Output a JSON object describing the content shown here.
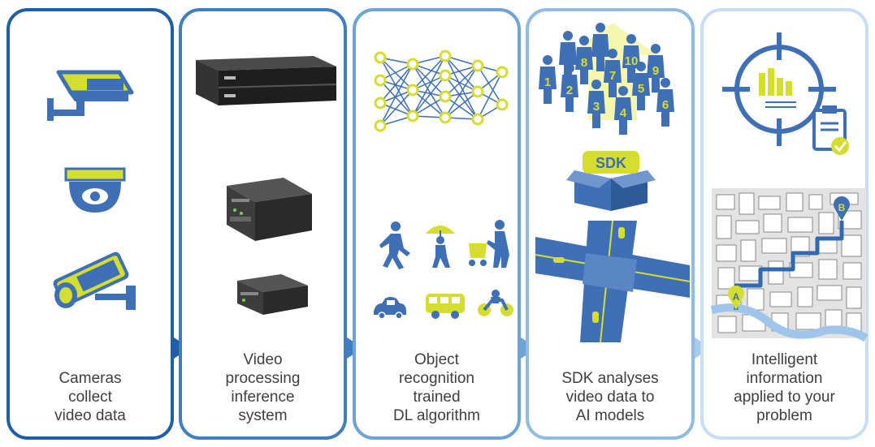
{
  "colors": {
    "panel1": "#1f5fa6",
    "panel2": "#3f7fc1",
    "panel3": "#6fa3d6",
    "panel4": "#8fbbe4",
    "panel5": "#c7def3",
    "blue": "#3f6fb5",
    "lime": "#d5de2f"
  },
  "stages": [
    {
      "lines": [
        "Cameras",
        "collect",
        "video data"
      ]
    },
    {
      "lines": [
        "Video",
        "processing",
        "inference",
        "system"
      ]
    },
    {
      "lines": [
        "Object",
        "recognition",
        "trained",
        "DL algorithm"
      ]
    },
    {
      "lines": [
        "SDK analyses",
        "video data to",
        "AI models"
      ]
    },
    {
      "lines": [
        "Intelligent",
        "information",
        "applied to your",
        "problem"
      ]
    }
  ],
  "sdk_label": "SDK",
  "crowd_numbers": [
    "1",
    "2",
    "3",
    "4",
    "5",
    "6",
    "7",
    "8",
    "9",
    "10"
  ],
  "map_markers": [
    "A",
    "B"
  ]
}
